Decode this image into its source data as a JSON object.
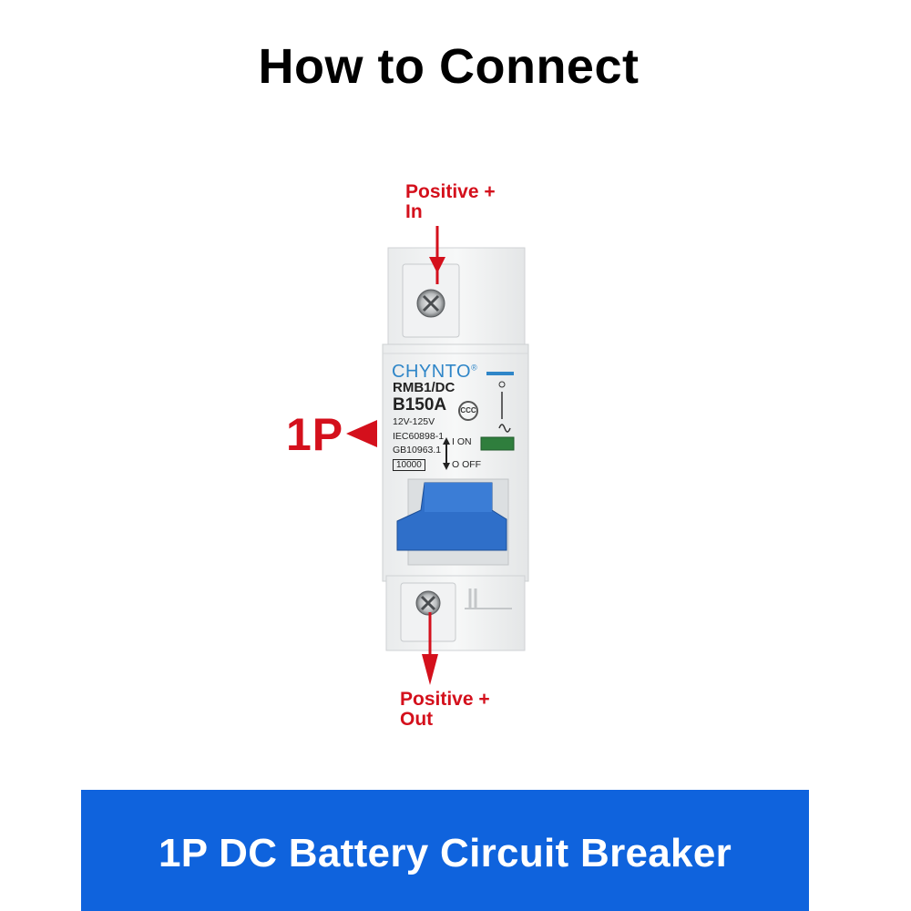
{
  "title": "How to Connect",
  "annotations": {
    "top_line1": "Positive +",
    "top_line2": "In",
    "bottom_line1": "Positive +",
    "bottom_line2": "Out",
    "pole_label": "1P"
  },
  "breaker": {
    "brand": "CHYNTO",
    "brand_mark": "®",
    "model": "RMB1/DC",
    "rating": "B150A",
    "voltage": "12V-125V",
    "standard1": "IEC60898-1",
    "standard2": "GB10963.1",
    "breaking_capacity": "10000",
    "on_label": "I ON",
    "off_label": "O OFF",
    "cert_mark": "CCC"
  },
  "banner": {
    "text": "1P DC Battery Circuit Breaker"
  },
  "colors": {
    "accent_red": "#d4101c",
    "banner_blue": "#0f63dd",
    "handle_blue": "#2f6fc9",
    "brand_blue": "#2f86c8"
  }
}
